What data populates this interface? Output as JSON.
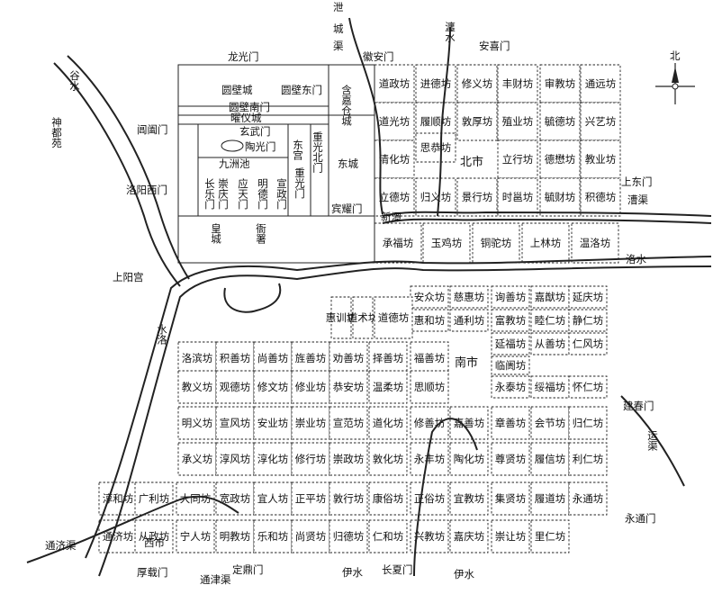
{
  "compass": {
    "north": "北"
  },
  "gates": {
    "longguang": "龙光门",
    "huian": "徽安门",
    "anxi": "安喜门",
    "changhe": "阊阖门",
    "luoyang_west": "洛阳西门",
    "shangdong": "上东门",
    "jianchun": "建春门",
    "yongtong": "永通门",
    "houzai": "厚载门",
    "dingding": "定鼎门",
    "changxia": "长夏门"
  },
  "palace": {
    "yuanbi_city": "圆壁城",
    "yuanbi_east_gate": "圆壁东门",
    "yuanbi_south_gate": "圆壁南门",
    "yaoyi_city": "曜仪城",
    "xuanwu_gate": "玄武门",
    "taoguang_gate": "陶光门",
    "jiuzhou_pond": "九洲池",
    "chongqing_gate": "崇庆门",
    "changle_gate": "长乐门",
    "yingtian_gate": "应天门",
    "mingde_gate": "明德门",
    "xuanzheng_gate": "宣政门",
    "east_palace": "东宫",
    "chongguang_gate": "重光门",
    "chongguang_north_gate": "重光北门",
    "hanjia_granary": "含嘉仓城",
    "east_city": "东城",
    "binyao_gate": "宾耀门",
    "imperial_city": "皇城",
    "ya_shu": "衙署",
    "shangyang_palace": "上阳宫"
  },
  "rivers": {
    "xiecheng": "泄城渠",
    "chan": "瀍水",
    "gu": "谷水",
    "shendu_yuan": "神都苑",
    "luo": "洛水",
    "cao": "漕渠",
    "xincao": "新潭",
    "yun": "运渠",
    "tongji": "通济渠",
    "tongjin": "通津渠",
    "yi_left": "伊水",
    "yi_right": "伊水"
  },
  "markets": {
    "north": "北市",
    "south": "南市",
    "west": "西市"
  },
  "wards_north": {
    "row1": [
      "道政坊",
      "进德坊",
      "修义坊",
      "丰财坊",
      "审教坊",
      "通远坊"
    ],
    "row2": [
      "道光坊",
      "履顺坊",
      "敦厚坊",
      "殖业坊",
      "毓德坊",
      "兴艺坊"
    ],
    "row3a": [
      "清化坊",
      "思恭坊"
    ],
    "row3b": [
      "立行坊",
      "德懋坊",
      "教业坊"
    ],
    "row4": [
      "立德坊",
      "归义坊",
      "景行坊",
      "时邕坊",
      "毓财坊",
      "积德坊"
    ],
    "row5": [
      "承福坊",
      "玉鸡坊",
      "铜驼坊",
      "上林坊",
      "温洛坊"
    ]
  },
  "wards_south": {
    "east_block": [
      [
        "安众坊",
        "慈惠坊",
        "询善坊",
        "嘉猷坊",
        "延庆坊"
      ],
      [
        "惠和坊",
        "通利坊",
        "富教坊",
        "睦仁坊",
        "静仁坊"
      ],
      [
        "延福坊",
        "从善坊",
        "仁风坊"
      ],
      [
        "临阓坊"
      ],
      [
        "永泰坊",
        "绥福坊",
        "怀仁坊"
      ]
    ],
    "special": [
      "惠训坊",
      "道术坊",
      "道德坊"
    ],
    "rows": [
      [
        "洛滨坊",
        "积善坊",
        "尚善坊",
        "旌善坊",
        "劝善坊",
        "择善坊",
        "福善坊"
      ],
      [
        "教义坊",
        "观德坊",
        "修文坊",
        "修业坊",
        "恭安坊",
        "温柔坊",
        "思顺坊"
      ],
      [
        "明义坊",
        "宣风坊",
        "安业坊",
        "崇业坊",
        "宣范坊",
        "道化坊",
        "修善坊",
        "嘉善坊",
        "章善坊",
        "会节坊",
        "归仁坊"
      ],
      [
        "承义坊",
        "淳风坊",
        "淳化坊",
        "修行坊",
        "崇政坊",
        "敦化坊",
        "永丰坊",
        "陶化坊",
        "尊贤坊",
        "履信坊",
        "利仁坊"
      ],
      [
        "淳和坊",
        "广利坊",
        "大同坊",
        "宽政坊",
        "宜人坊",
        "正平坊",
        "敦行坊",
        "康俗坊",
        "正俗坊",
        "宜教坊",
        "集贤坊",
        "履道坊",
        "永通坊"
      ],
      [
        "通济坊",
        "从政坊",
        "宁人坊",
        "明教坊",
        "乐和坊",
        "尚贤坊",
        "归德坊",
        "仁和坊",
        "兴教坊",
        "嘉庆坊",
        "崇让坊",
        "里仁坊"
      ]
    ]
  }
}
